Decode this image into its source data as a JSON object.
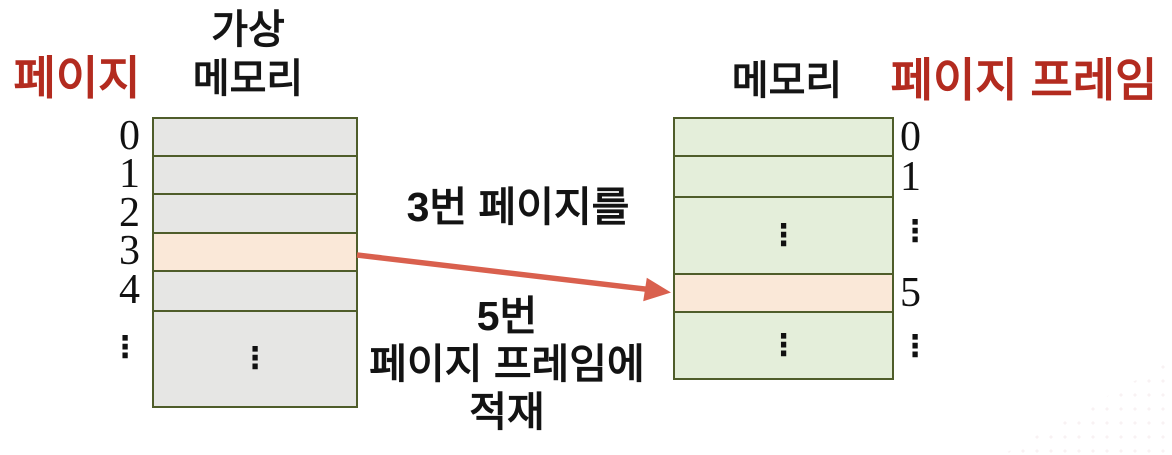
{
  "labels": {
    "left_axis": "페이지",
    "left_title_line1": "가상",
    "left_title_line2": "메모리",
    "right_title": "메모리",
    "right_axis": "페이지 프레임",
    "arrow_label_top": "3번 페이지를",
    "arrow_label_bottom_line1": "5번",
    "arrow_label_bottom_line2": "페이지 프레임에",
    "arrow_label_bottom_line3": "적재"
  },
  "glyphs": {
    "vertical_ellipsis": "⋮"
  },
  "left_table": {
    "title": "가상 메모리",
    "rows": [
      {
        "label": "0",
        "highlighted": false
      },
      {
        "label": "1",
        "highlighted": false
      },
      {
        "label": "2",
        "highlighted": false
      },
      {
        "label": "3",
        "highlighted": true
      },
      {
        "label": "4",
        "highlighted": false
      },
      {
        "label": "⋮",
        "highlighted": false,
        "ellipsis": true
      }
    ]
  },
  "right_table": {
    "title": "메모리",
    "rows": [
      {
        "label": "0",
        "highlighted": false
      },
      {
        "label": "1",
        "highlighted": false
      },
      {
        "label": "⋮",
        "highlighted": false,
        "ellipsis": true
      },
      {
        "label": "5",
        "highlighted": true
      },
      {
        "label": "⋮",
        "highlighted": false,
        "ellipsis": true
      }
    ]
  },
  "colors": {
    "accent_red_text": "#b32b1f",
    "arrow": "#d9604e",
    "table_border": "#4f5d2a",
    "left_row_fill": "#e6e6e4",
    "right_row_fill": "#e4eeda",
    "highlight_fill": "#fae8d8"
  }
}
